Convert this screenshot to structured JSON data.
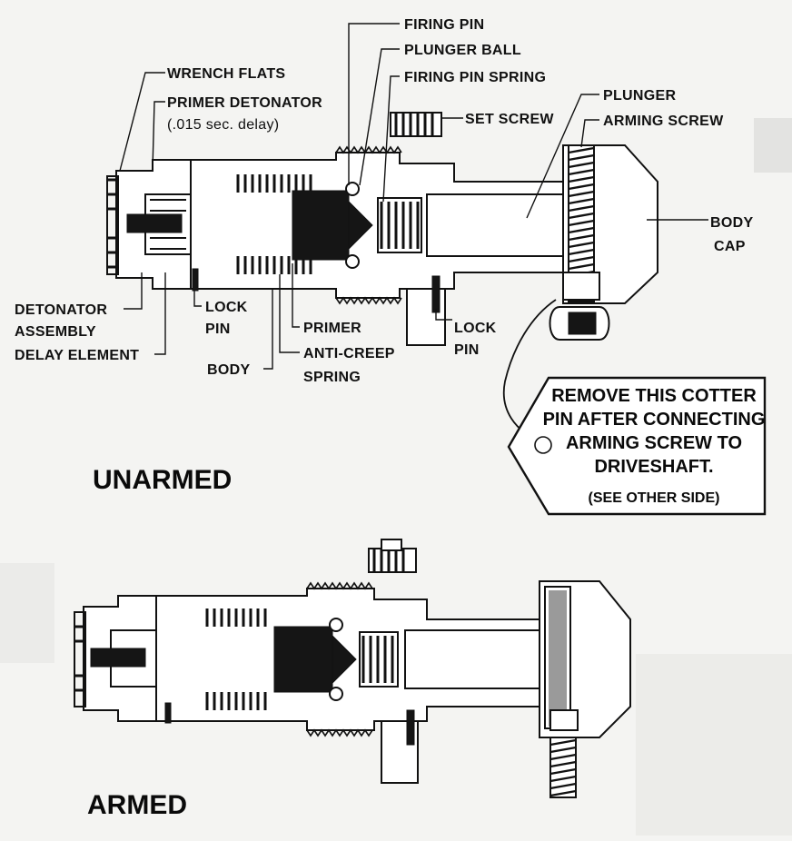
{
  "labels": {
    "firing_pin": "FIRING PIN",
    "plunger_ball": "PLUNGER BALL",
    "firing_pin_spring": "FIRING PIN SPRING",
    "wrench_flats": "WRENCH FLATS",
    "primer_detonator_line1": "PRIMER DETONATOR",
    "primer_detonator_line2": "(.015 sec. delay)",
    "plunger": "PLUNGER",
    "set_screw": "SET SCREW",
    "arming_screw": "ARMING SCREW",
    "body_cap_line1": "BODY",
    "body_cap_line2": "CAP",
    "detonator_assembly_line1": "DETONATOR",
    "detonator_assembly_line2": "ASSEMBLY",
    "lock_pin_inner_line1": "LOCK",
    "lock_pin_inner_line2": "PIN",
    "lock_pin_outer_line1": "LOCK",
    "lock_pin_outer_line2": "PIN",
    "primer": "PRIMER",
    "delay_element": "DELAY ELEMENT",
    "anti_creep_spring_line1": "ANTI-CREEP",
    "anti_creep_spring_line2": "SPRING",
    "body": "BODY"
  },
  "tag": {
    "line1": "REMOVE THIS COTTER",
    "line2": "PIN AFTER CONNECTING",
    "line3": "ARMING SCREW TO",
    "line4": "DRIVESHAFT.",
    "line5": "(SEE OTHER SIDE)"
  },
  "titles": {
    "unarmed": "UNARMED",
    "armed": "ARMED"
  },
  "colors": {
    "ink": "#111111",
    "paper": "#f4f4f2"
  }
}
